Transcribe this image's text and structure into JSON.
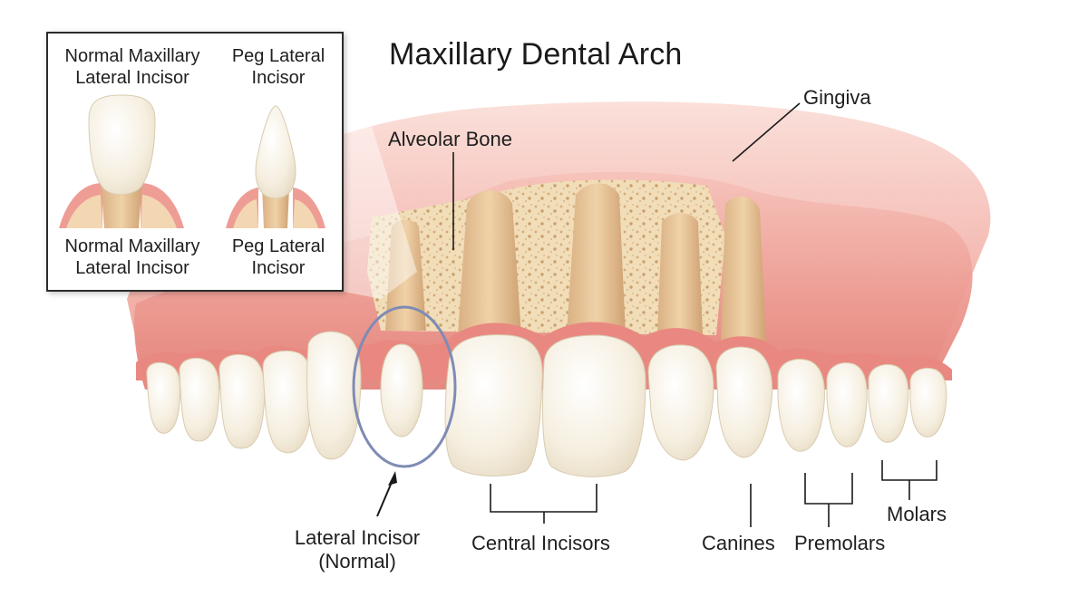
{
  "title": "Maxillary Dental Arch",
  "labels": {
    "gingiva": "Gingiva",
    "alveolar_bone": "Alveolar Bone",
    "lateral_incisor_normal": [
      "Lateral Incisor",
      "(Normal)"
    ],
    "central_incisors": "Central Incisors",
    "canines": "Canines",
    "premolars": "Premolars",
    "molars": "Molars"
  },
  "inset": {
    "top_left": [
      "Normal Maxillary",
      "Lateral Incisor"
    ],
    "top_right": [
      "Peg Lateral",
      "Incisor"
    ],
    "bottom_left": [
      "Normal Maxillary",
      "Lateral Incisor"
    ],
    "bottom_right": [
      "Peg Lateral",
      "Incisor"
    ]
  },
  "colors": {
    "gum": "#e88d86",
    "gum_light": "#f3b6ae",
    "bone": "#f1ddb8",
    "tooth": "#f7f1e3",
    "root": "#e4c39a",
    "highlight_ring": "#7f8bb5",
    "line": "#1a1a1a"
  }
}
